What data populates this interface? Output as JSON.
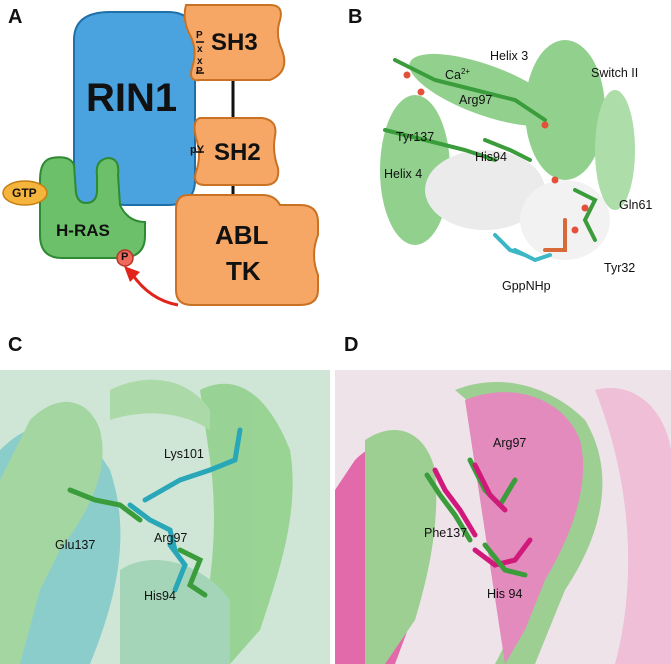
{
  "panels": {
    "a": {
      "label": "A",
      "rin1": "RIN1",
      "sh3": "SH3",
      "sh2": "SH2",
      "abl_tk_line1": "ABL",
      "abl_tk_line2": "TK",
      "hras": "H-RAS",
      "gtp": "GTP",
      "phospho": "P",
      "pxxp": [
        "P",
        "x",
        "x",
        "P"
      ],
      "py": "pY"
    },
    "b": {
      "label": "B",
      "labels": {
        "helix3": "Helix 3",
        "switch2": "Switch II",
        "ca": "Ca",
        "ca_sup": "2+",
        "arg97": "Arg97",
        "tyr137": "Tyr137",
        "his94": "His94",
        "helix4": "Helix 4",
        "gln61": "Gln61",
        "tyr32": "Tyr32",
        "gppnhp": "GppNHp"
      }
    },
    "c": {
      "label": "C",
      "labels": {
        "lys101": "Lys101",
        "glu137": "Glu137",
        "arg97": "Arg97",
        "his94": "His94"
      }
    },
    "d": {
      "label": "D",
      "labels": {
        "arg97": "Arg97",
        "phe137": "Phe137",
        "his94": "His 94"
      }
    }
  },
  "colors": {
    "rin1_blue": "#4aa3de",
    "abl_orange": "#f6a766",
    "hras_green": "#6cc06a",
    "gtp_yellow": "#f5b43c",
    "arrow_red": "#e2231a",
    "ribbon_green": "#7ec97a",
    "ribbon_cyan": "#64c6cf",
    "ribbon_pink": "#e0569f"
  }
}
